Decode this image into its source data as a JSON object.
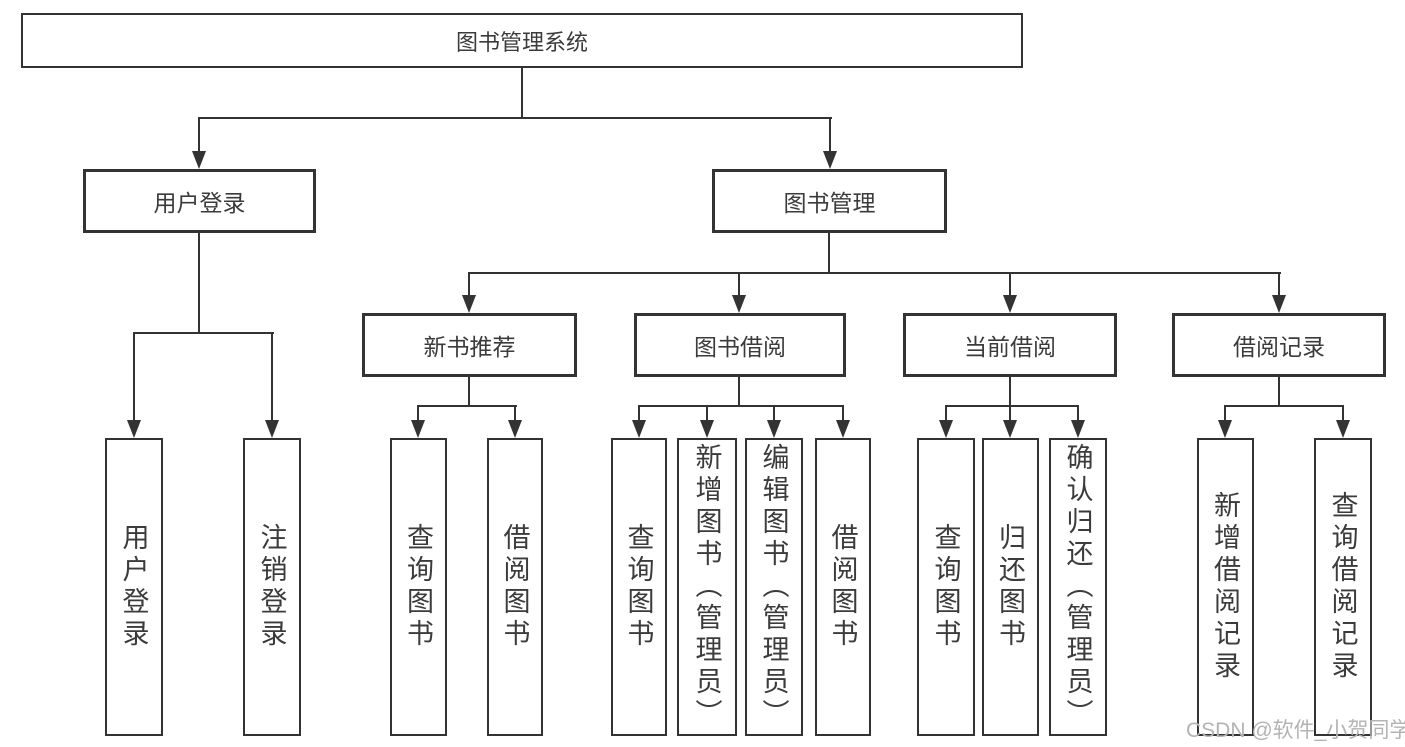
{
  "diagram": {
    "type": "tree-structure-chart",
    "orientation": "top-down"
  },
  "colors": {
    "line": "#333333",
    "box_border": "#333333",
    "text": "#3b3b3b",
    "watermark": "#b3b3b3",
    "background": "#ffffff"
  },
  "nodes": {
    "root": {
      "label": "图书管理系统"
    },
    "level2": [
      {
        "label": "用户登录"
      },
      {
        "label": "图书管理"
      }
    ],
    "level3": [
      {
        "label": "新书推荐"
      },
      {
        "label": "图书借阅"
      },
      {
        "label": "当前借阅"
      },
      {
        "label": "借阅记录"
      }
    ],
    "leaves": {
      "user_login": [
        {
          "label": "用户登录"
        },
        {
          "label": "注销登录"
        }
      ],
      "new_book_recommend": [
        {
          "label": "查询图书"
        },
        {
          "label": "借阅图书"
        }
      ],
      "book_borrow": [
        {
          "label": "查询图书"
        },
        {
          "label": "新增图书（管理员）"
        },
        {
          "label": "编辑图书（管理员）"
        },
        {
          "label": "借阅图书"
        }
      ],
      "current_borrow": [
        {
          "label": "查询图书"
        },
        {
          "label": "归还图书"
        },
        {
          "label": "确认归还（管理员）"
        }
      ],
      "borrow_record": [
        {
          "label": "新增借阅记录"
        },
        {
          "label": "查询借阅记录"
        }
      ]
    }
  },
  "watermark": {
    "text": "CSDN @软件_小贺同学"
  }
}
